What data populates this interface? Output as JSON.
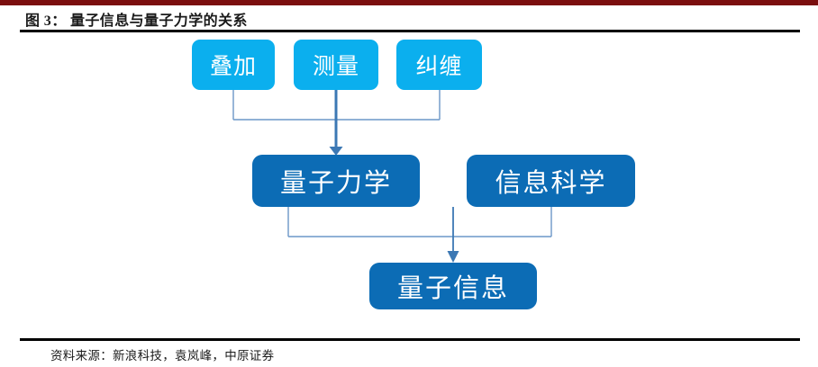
{
  "figure": {
    "title": "图 3： 量子信息与量子力学的关系",
    "source": "资料来源：新浪科技，袁岚峰，中原证券",
    "accent_rule_color": "#7B0E0E",
    "rule_color": "#000000",
    "background": "#ffffff"
  },
  "palette": {
    "light_blue": "#0BAFEE",
    "dark_blue": "#0C6CB5",
    "connector_thin": "#6C97C8",
    "connector_arrow": "#3C78B4"
  },
  "diagram": {
    "type": "flowchart",
    "direction": "top-down",
    "nodes": [
      {
        "id": "superposition",
        "label": "叠加",
        "row": "top",
        "style": "light"
      },
      {
        "id": "measurement",
        "label": "测量",
        "row": "top",
        "style": "light"
      },
      {
        "id": "entanglement",
        "label": "纠缠",
        "row": "top",
        "style": "light"
      },
      {
        "id": "quantum-mechanics",
        "label": "量子力学",
        "row": "middle",
        "style": "dark"
      },
      {
        "id": "information-science",
        "label": "信息科学",
        "row": "middle",
        "style": "dark"
      },
      {
        "id": "quantum-information",
        "label": "量子信息",
        "row": "bottom",
        "style": "dark"
      }
    ],
    "edges": [
      {
        "from": "superposition",
        "to": "quantum-mechanics",
        "arrow": true
      },
      {
        "from": "measurement",
        "to": "quantum-mechanics",
        "arrow": true
      },
      {
        "from": "entanglement",
        "to": "quantum-mechanics",
        "arrow": true
      },
      {
        "from": "quantum-mechanics",
        "to": "quantum-information",
        "arrow": true
      },
      {
        "from": "information-science",
        "to": "quantum-information",
        "arrow": true
      }
    ]
  }
}
